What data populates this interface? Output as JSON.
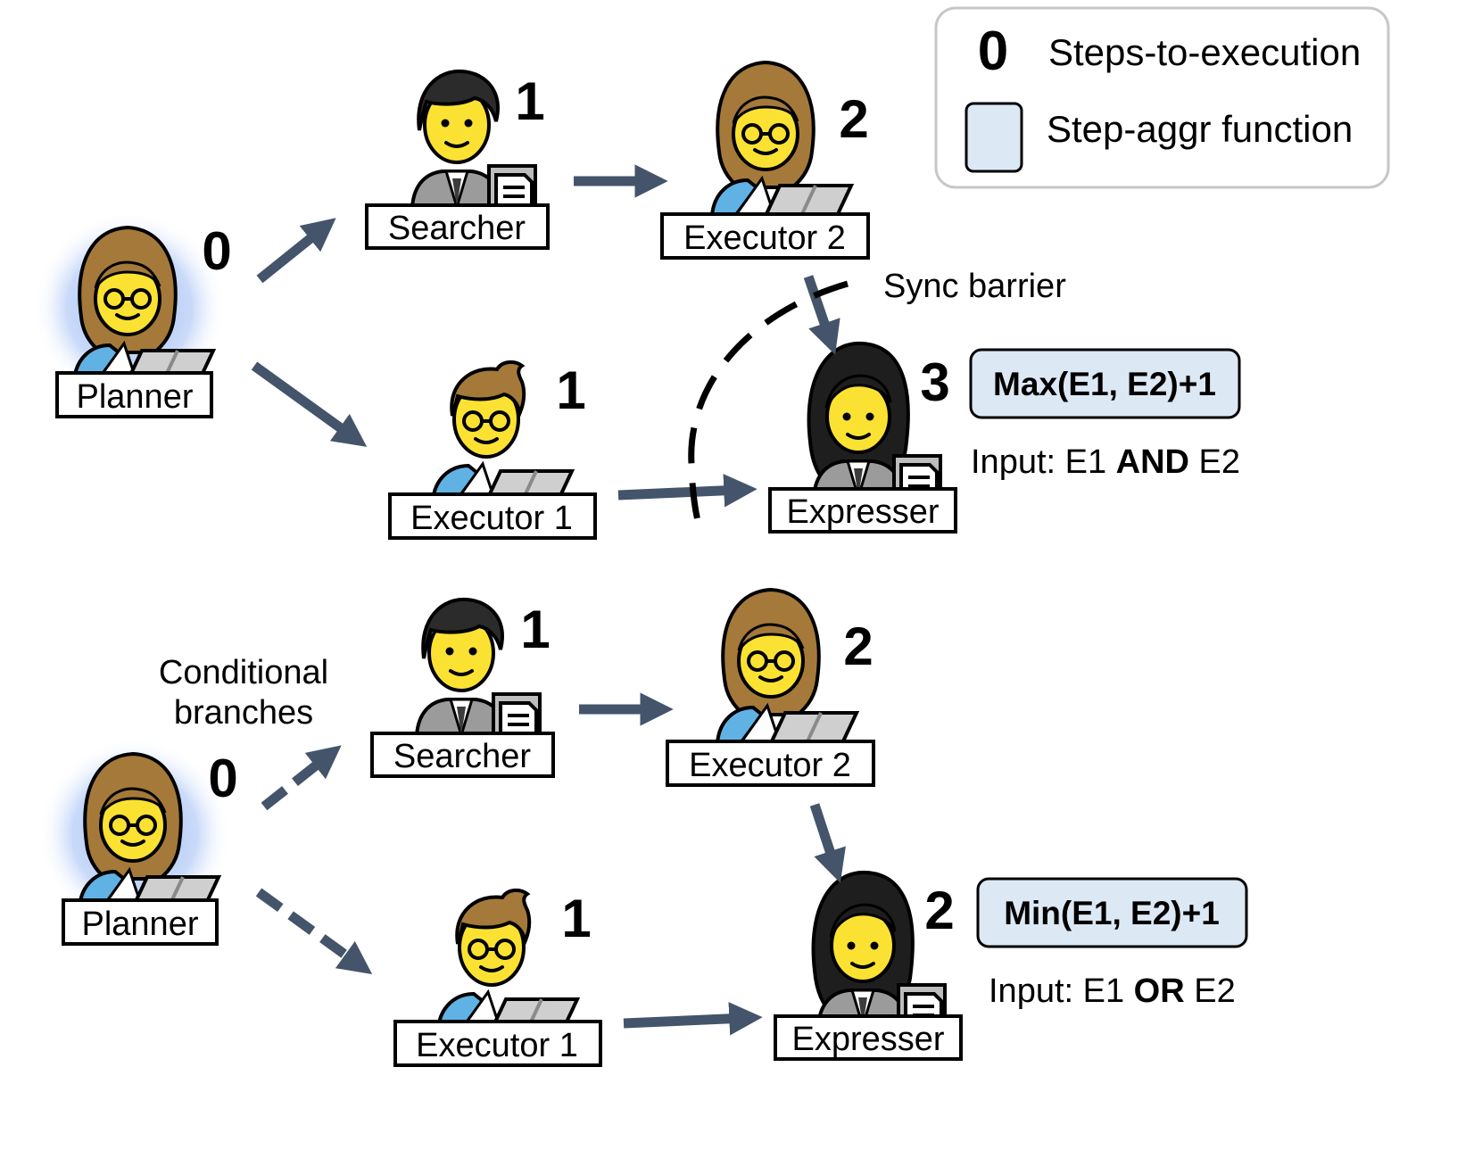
{
  "legend": {
    "number_symbol": "0",
    "number_label": "Steps-to-execution",
    "box_label": "Step-aggr function"
  },
  "colors": {
    "arrow": "#44546a",
    "aggr_box_fill": "#dde8f5",
    "face": "#fbe232",
    "glow": "#9bbcf5"
  },
  "top": {
    "planner": {
      "label": "Planner",
      "step": "0"
    },
    "searcher": {
      "label": "Searcher",
      "step": "1"
    },
    "executor2": {
      "label": "Executor 2",
      "step": "2"
    },
    "executor1": {
      "label": "Executor 1",
      "step": "1"
    },
    "expresser": {
      "label": "Expresser",
      "step": "3"
    },
    "sync_barrier": "Sync barrier",
    "aggr_function": "Max(E1, E2)+1",
    "input_prefix": "Input: E1 ",
    "input_op": "AND",
    "input_suffix": " E2"
  },
  "bottom": {
    "planner": {
      "label": "Planner",
      "step": "0"
    },
    "searcher": {
      "label": "Searcher",
      "step": "1"
    },
    "executor2": {
      "label": "Executor 2",
      "step": "2"
    },
    "executor1": {
      "label": "Executor 1",
      "step": "1"
    },
    "expresser": {
      "label": "Expresser",
      "step": "2"
    },
    "conditional_line1": "Conditional",
    "conditional_line2": "branches",
    "aggr_function": "Min(E1, E2)+1",
    "input_prefix": "Input: E1 ",
    "input_op": "OR",
    "input_suffix": " E2"
  }
}
